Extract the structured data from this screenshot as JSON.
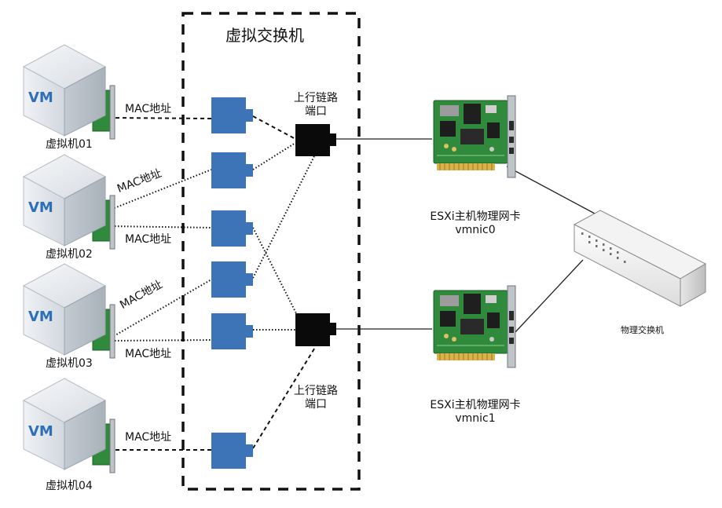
{
  "title": "虚拟交换机",
  "virtual_machines": [
    {
      "name": "虚拟机01",
      "badge": "VM"
    },
    {
      "name": "虚拟机02",
      "badge": "VM"
    },
    {
      "name": "虚拟机03",
      "badge": "VM"
    },
    {
      "name": "虚拟机04",
      "badge": "VM"
    }
  ],
  "mac_label": "MAC地址",
  "uplink_port_label": [
    "上行链路",
    "端口"
  ],
  "physical_nics": [
    {
      "label": "ESXi主机物理网卡",
      "name": "vmnic0"
    },
    {
      "label": "ESXi主机物理网卡",
      "name": "vmnic1"
    }
  ],
  "physical_switch_label": "物理交换机",
  "colors": {
    "port": "#3d73b7",
    "uplink_port": "#0a0a0a",
    "vm_cube_light": "#e8ebef",
    "vm_cube_dark": "#bfc6ce",
    "vm_logo": "#2d6fb8",
    "nic_board": "#2f8a3c"
  }
}
